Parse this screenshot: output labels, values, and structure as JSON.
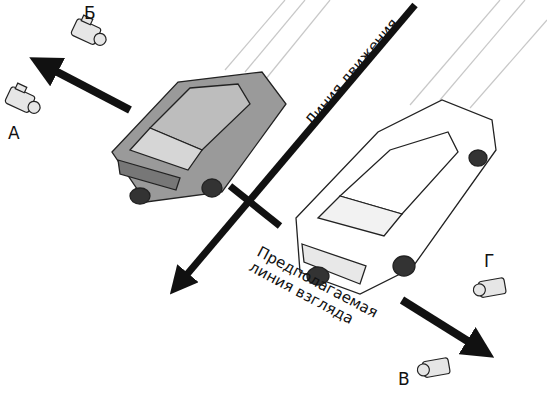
{
  "diagram": {
    "labels": [
      "Б",
      "А",
      "Линия движения",
      "Предполагаемая линия взгляда",
      "Г",
      "В"
    ]
  }
}
